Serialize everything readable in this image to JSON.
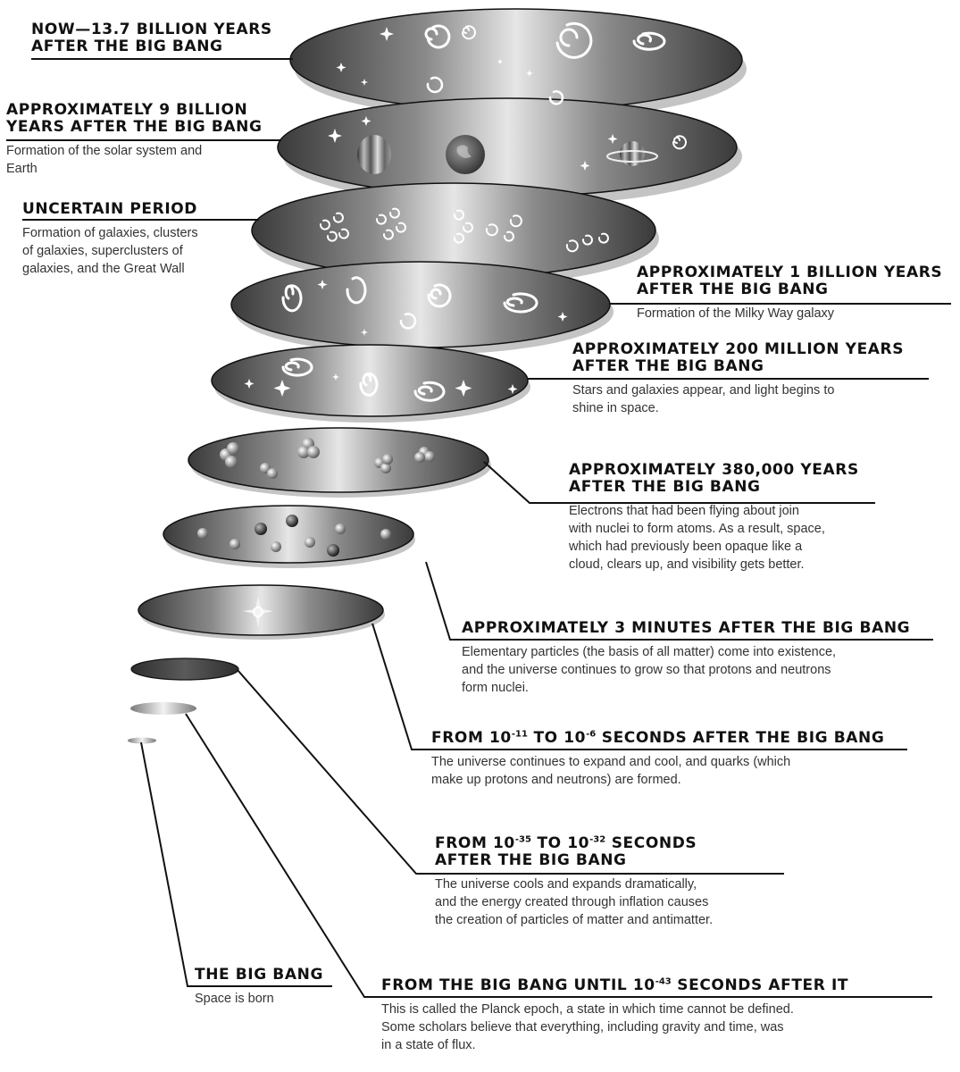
{
  "stages": [
    {
      "id": "now",
      "title": "NOW—13.7 BILLION YEARS\nAFTER THE BIG BANG",
      "desc": ""
    },
    {
      "id": "nine-billion",
      "title": "APPROXIMATELY 9 BILLION\nYEARS AFTER THE BIG BANG",
      "desc": "Formation of the solar system and\nEarth"
    },
    {
      "id": "uncertain",
      "title": "UNCERTAIN PERIOD",
      "desc": "Formation of galaxies, clusters\nof galaxies, superclusters of\ngalaxies, and the Great Wall"
    },
    {
      "id": "one-billion",
      "title": "APPROXIMATELY 1 BILLION YEARS\nAFTER THE BIG BANG",
      "desc": "Formation of the Milky Way galaxy"
    },
    {
      "id": "two-hundred-million",
      "title": "APPROXIMATELY 200 MILLION YEARS\nAFTER THE BIG BANG",
      "desc": "Stars and galaxies appear, and light begins to\nshine in space."
    },
    {
      "id": "three-eighty-thousand",
      "title": "APPROXIMATELY 380,000 YEARS\nAFTER THE BIG BANG",
      "desc": "Electrons that had been flying about join\nwith nuclei to form atoms. As a result, space,\nwhich had previously been opaque like a\ncloud, clears up, and visibility gets better."
    },
    {
      "id": "three-minutes",
      "title": "APPROXIMATELY 3 MINUTES AFTER THE BIG BANG",
      "desc": "Elementary particles (the basis of all matter) come into existence,\nand the universe continues to grow so that protons and neutrons\nform nuclei."
    },
    {
      "id": "quarks",
      "title_parts": [
        "FROM 10",
        "-11",
        " TO 10",
        "-6",
        " SECONDS AFTER THE BIG BANG"
      ],
      "desc": "The universe continues to expand and cool, and quarks (which\nmake up protons and neutrons) are formed."
    },
    {
      "id": "inflation",
      "title_parts": [
        "FROM 10",
        "-35",
        " TO 10",
        "-32",
        " SECONDS\nAFTER THE BIG BANG"
      ],
      "desc": "The universe cools and expands dramatically,\nand the energy created through inflation causes\nthe creation of particles of matter and antimatter."
    },
    {
      "id": "planck",
      "title_parts": [
        "FROM THE BIG BANG UNTIL 10",
        "-43",
        " SECONDS AFTER IT"
      ],
      "desc": "This is called the Planck epoch, a state in which time cannot be defined.\nSome scholars believe that everything, including gravity and time, was\nin a state of flux."
    },
    {
      "id": "big-bang",
      "title": "THE BIG BANG",
      "desc": "Space is born"
    }
  ],
  "colors": {
    "line": "#111111",
    "disc_dark": "#3a3a3a",
    "disc_light": "#e6e6e6",
    "disc_edge": "#c4c4c4"
  }
}
